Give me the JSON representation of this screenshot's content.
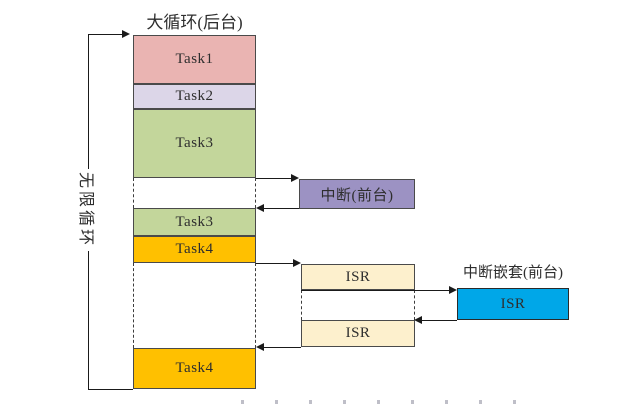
{
  "diagram": {
    "title": "大循环(后台)",
    "loop_label": "无限循环",
    "stack": [
      {
        "label": "Task1",
        "color": "#eab4b2"
      },
      {
        "label": "Task2",
        "color": "#dcd6e8"
      },
      {
        "label": "Task3",
        "color": "#c3d69b"
      },
      {
        "label": "Task3",
        "color": "#c3d69b"
      },
      {
        "label": "Task4",
        "color": "#ffc000"
      },
      {
        "label": "Task4",
        "color": "#ffc000"
      }
    ],
    "interrupt": {
      "label": "中断(前台)",
      "color": "#9c92c3"
    },
    "isr1": {
      "label": "ISR",
      "color": "#fdf0cd"
    },
    "isr2": {
      "label": "ISR",
      "color": "#fdf0cd"
    },
    "nested": {
      "heading": "中断嵌套(前台)",
      "label": "ISR",
      "color": "#00a7e8"
    },
    "colors": {
      "line": "#1a1a1a",
      "border": "#4a4a4a"
    }
  }
}
